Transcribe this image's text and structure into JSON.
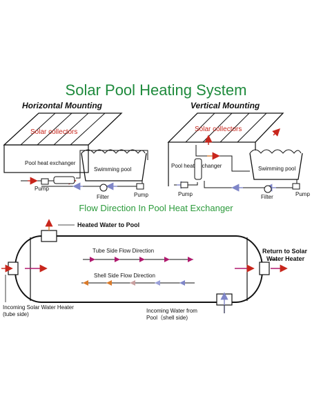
{
  "title": "Solar Pool Heating System",
  "horizontal": {
    "heading": "Horizontal Mounting",
    "collectors_label": "Solar collectors",
    "exchanger_label": "Pool heat exchanger",
    "pool_label": "Swimming pool",
    "pump_left": "Pump",
    "filter": "Filter",
    "pump_right": "Pump"
  },
  "vertical": {
    "heading": "Vertical Mounting",
    "collectors_label": "Solar collectors",
    "exchanger_label": "Pool heat exchanger",
    "pool_label": "Swimming pool",
    "pump_left": "Pump",
    "filter": "Filter",
    "pump_right": "Pump"
  },
  "flow": {
    "heading": "Flow Direction  In Pool Heat Exchanger",
    "heated_to_pool": "Heated Water to Pool",
    "tube_side": "Tube Side  Flow  Direction",
    "shell_side": "Shell Side Flow Direction",
    "return_line1": "Return to Solar",
    "return_line2": "Water Heater",
    "incoming_solar_line1": "Incoming Solar Water Heater",
    "incoming_solar_line2": "(tube side)",
    "incoming_pool_line1": "Incoming Water from",
    "incoming_pool_line2": "Pool（shell side)"
  },
  "colors": {
    "title_green": "#1e8a3c",
    "heading_green": "#2a9a3a",
    "hot_red": "#c8261c",
    "warm_orange": "#d97a2a",
    "magenta": "#b0196e",
    "cool_blue": "#7f86c8"
  }
}
